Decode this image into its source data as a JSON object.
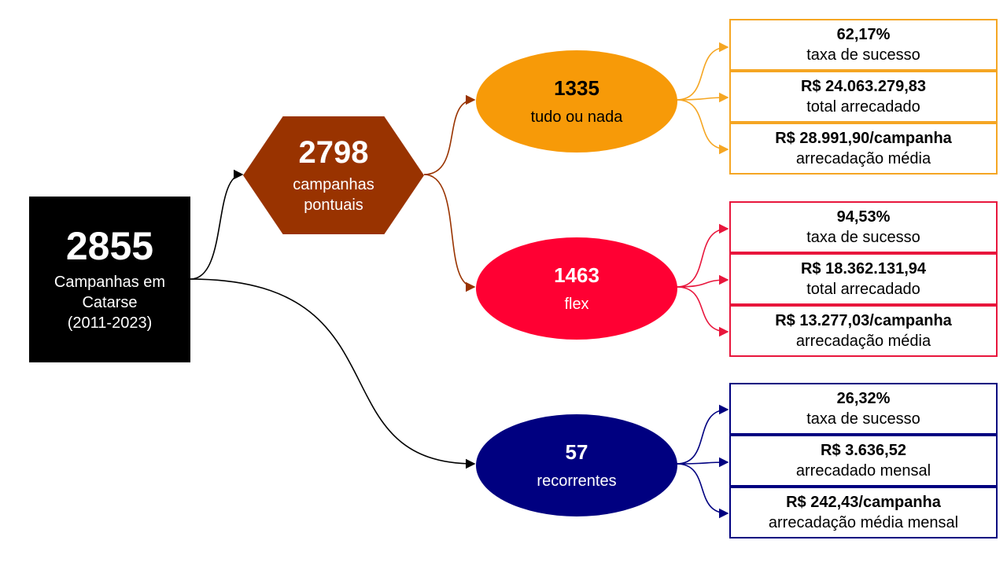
{
  "root": {
    "value": "2855",
    "label_1": "Campanhas em",
    "label_2": "Catarse",
    "label_3": "(2011-2023)"
  },
  "pontuais": {
    "value": "2798",
    "label_1": "campanhas",
    "label_2": "pontuais"
  },
  "tudo_ou_nada": {
    "value": "1335",
    "label": "tudo ou nada",
    "color": "#f79a08",
    "stats": [
      {
        "value": "62,17%",
        "desc": "taxa de sucesso"
      },
      {
        "value": "R$ 24.063.279,83",
        "desc": "total arrecadado"
      },
      {
        "value": "R$ 28.991,90/campanha",
        "desc": "arrecadação média"
      }
    ]
  },
  "flex": {
    "value": "1463",
    "label": "flex",
    "color": "#ff0033",
    "stats": [
      {
        "value": "94,53%",
        "desc": "taxa de sucesso"
      },
      {
        "value": "R$ 18.362.131,94",
        "desc": "total arrecadado"
      },
      {
        "value": "R$ 13.277,03/campanha",
        "desc": "arrecadação média"
      }
    ]
  },
  "recorrentes": {
    "value": "57",
    "label": "recorrentes",
    "color": "#000080",
    "stats": [
      {
        "value": "26,32%",
        "desc": "taxa de sucesso"
      },
      {
        "value": "R$ 3.636,52",
        "desc": "arrecadado mensal"
      },
      {
        "value": "R$ 242,43/campanha",
        "desc": "arrecadação média mensal"
      }
    ]
  }
}
